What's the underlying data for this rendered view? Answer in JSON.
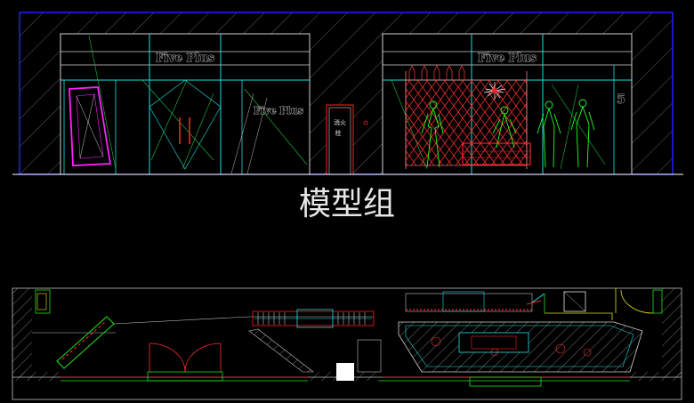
{
  "elevation": {
    "brand_sign_left": "Five Plus",
    "brand_sign_right": "Five Plus",
    "door_sign": "Five Plus",
    "fire_door_label_1": "消火",
    "fire_door_label_2": "栓",
    "store_number": "5"
  },
  "caption": "模型组",
  "colors": {
    "background": "#000000",
    "frame_blue": "#2020ff",
    "glass_green": "#20e0e0",
    "wall_white": "#c8c8c8",
    "accent_red": "#ff2020",
    "accent_magenta": "#ff20ff",
    "accent_yellow": "#e0e020",
    "accent_green": "#20ff20"
  }
}
